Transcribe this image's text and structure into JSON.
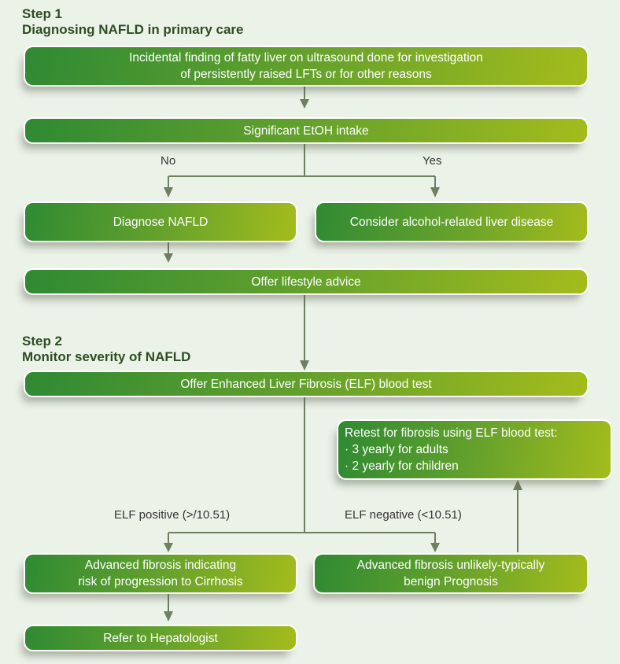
{
  "step1": {
    "title": "Step 1",
    "subtitle": "Diagnosing NAFLD in primary care"
  },
  "step2": {
    "title": "Step 2",
    "subtitle": "Monitor severity of NAFLD"
  },
  "nodes": {
    "incidental_finding": [
      "Incidental finding of fatty liver on ultrasound done for investigation",
      "of persistently raised LFTs or for other reasons"
    ],
    "etoh_intake": "Significant EtOH intake",
    "diagnose_nafld": "Diagnose NAFLD",
    "alcohol_related": "Consider alcohol-related liver disease",
    "lifestyle_advice": "Offer lifestyle advice",
    "offer_elf": "Offer Enhanced Liver Fibrosis (ELF) blood test",
    "retest": [
      "Retest for fibrosis using ELF blood test:",
      "· 3 yearly for adults",
      "· 2 yearly for children"
    ],
    "advanced_fibrosis": [
      "Advanced fibrosis indicating",
      "risk of progression to Cirrhosis"
    ],
    "fibrosis_unlikely": [
      "Advanced fibrosis unlikely-typically",
      "benign Prognosis"
    ],
    "refer_hepatologist": "Refer to Hepatologist"
  },
  "edge_labels": {
    "no": "No",
    "yes": "Yes",
    "elf_positive": "ELF positive (>/10.51)",
    "elf_negative": "ELF negative (<10.51)"
  },
  "colors": {
    "gradient_start": "#2f8a33",
    "gradient_end": "#a4bc1c",
    "heading": "#2e4d24",
    "connector": "#6e7f62",
    "background": "#ebf3e8"
  }
}
